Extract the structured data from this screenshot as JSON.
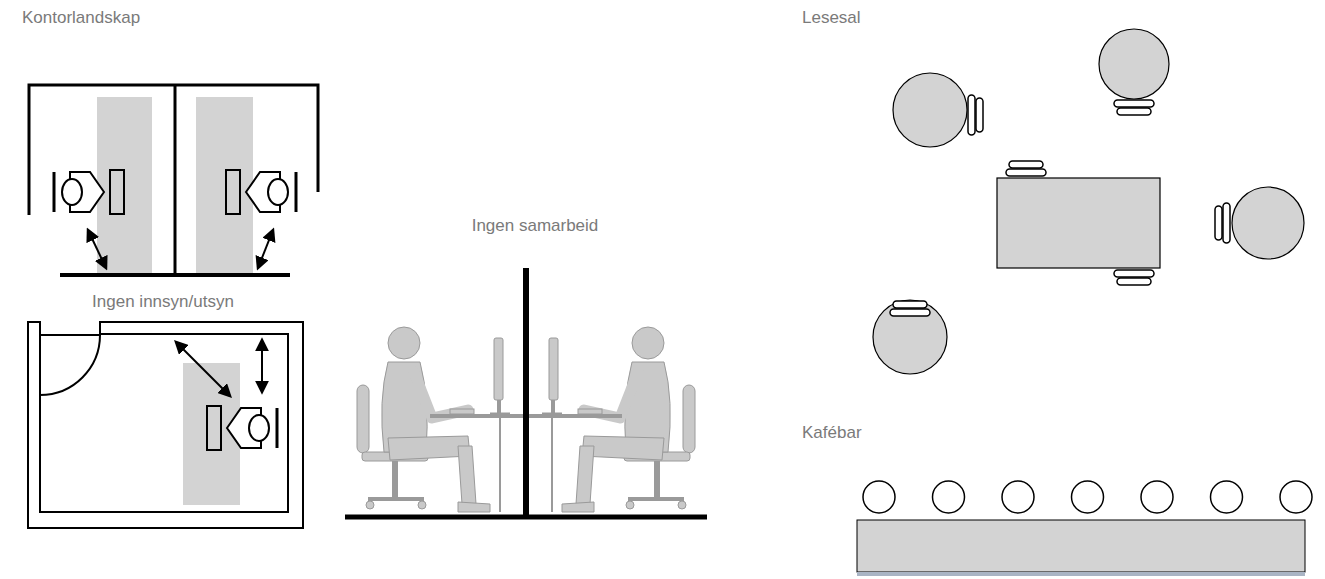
{
  "diagram": {
    "labels": [
      "Kontorlandskap",
      "Ingen innsyn/utsyn",
      "Ingen samarbeid",
      "Lesesal",
      "Kafébar"
    ]
  }
}
